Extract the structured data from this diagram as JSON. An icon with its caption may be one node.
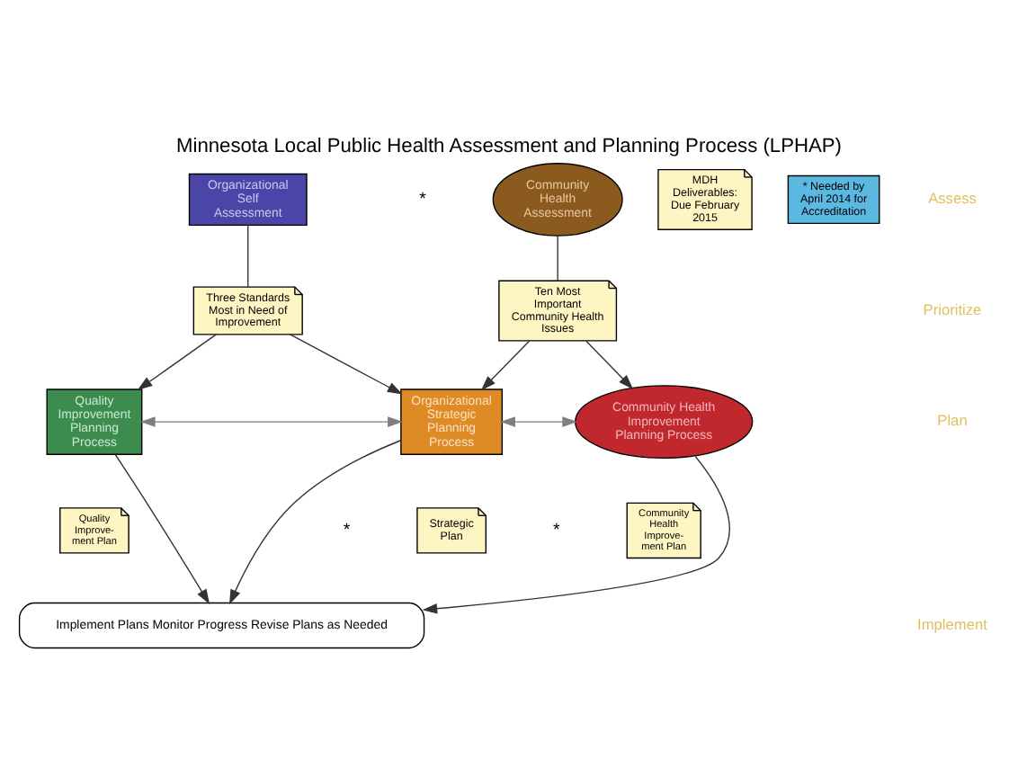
{
  "diagram": {
    "title": "Minnesota Local Public Health Assessment and Planning Process (LPHAP)",
    "nodes": [
      {
        "text": [
          "Organizational Self Assessment"
        ]
      },
      {
        "text": [
          "Community Health Assessment"
        ],
        "beside": [
          "*"
        ]
      },
      {
        "text": [
          "Three Standards Most in Need of Improvement"
        ]
      },
      {
        "text": [
          "Ten Most Important Community Health Issues"
        ]
      },
      {
        "text": [
          "Quality Improvement Planning Process"
        ]
      },
      {
        "text": [
          "Organizational Strategic Planning Process"
        ]
      },
      {
        "text": [
          "Community Health Improvement Planning Process"
        ]
      },
      {
        "text": [
          "Quality Improve- ment Plan"
        ]
      },
      {
        "text": [
          "Strategic Plan"
        ],
        "beside": [
          "*"
        ]
      },
      {
        "text": [
          "Community Health Improve- ment Plan"
        ],
        "beside": [
          "*"
        ]
      },
      {
        "text": [
          "Implement Plans Monitor Progress Revise Plans as Needed"
        ]
      },
      {
        "text": [
          "MDH Deliverables: Due February 2015"
        ]
      },
      {
        "text": [
          "* Needed by April 2014 for Accreditation"
        ]
      }
    ],
    "edges": [
      {
        "from": 0,
        "to": 2,
        "arrow": "none"
      },
      {
        "from": 2,
        "to": 4,
        "arrow": "to"
      },
      {
        "from": 2,
        "to": 5,
        "arrow": "to"
      },
      {
        "from": 1,
        "to": 3,
        "arrow": "none"
      },
      {
        "from": 3,
        "to": 5,
        "arrow": "to"
      },
      {
        "from": 3,
        "to": 6,
        "arrow": "to"
      },
      {
        "from": 4,
        "to": 5,
        "arrow": "both",
        "color": "#7f7f7f"
      },
      {
        "from": 5,
        "to": 6,
        "arrow": "both",
        "color": "#7f7f7f"
      },
      {
        "from": 4,
        "to": 10,
        "arrow": "to"
      },
      {
        "from": 5,
        "to": 10,
        "arrow": "to"
      },
      {
        "from": 6,
        "to": 10,
        "arrow": "to"
      }
    ],
    "labels": [
      "Assess",
      "Prioritize",
      "Plan",
      "Implement"
    ]
  }
}
